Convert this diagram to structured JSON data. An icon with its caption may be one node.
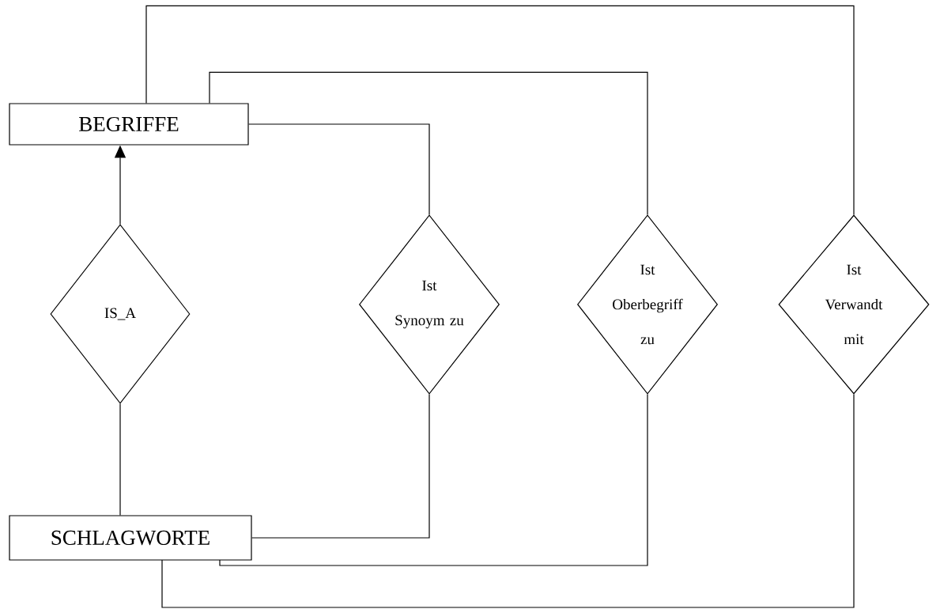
{
  "diagram": {
    "nodes": [
      {
        "text": [
          "BEGRIFFE"
        ]
      },
      {
        "text": [
          "SCHLAGWORTE"
        ]
      },
      {
        "text": [
          "IS_A"
        ]
      },
      {
        "text": [
          "Ist Synoym zu"
        ]
      },
      {
        "text": [
          "Ist Oberbegriff zu"
        ]
      },
      {
        "text": [
          "Ist Verwandt mit"
        ]
      }
    ],
    "edges": [
      {
        "from": 2,
        "to": 0,
        "arrow": "to"
      },
      {
        "from": 1,
        "to": 2,
        "arrow": "none"
      },
      {
        "from": 0,
        "to": 3,
        "arrow": "none"
      },
      {
        "from": 3,
        "to": 1,
        "arrow": "none"
      },
      {
        "from": 0,
        "to": 4,
        "arrow": "none"
      },
      {
        "from": 4,
        "to": 1,
        "arrow": "none"
      },
      {
        "from": 0,
        "to": 5,
        "arrow": "none"
      },
      {
        "from": 5,
        "to": 1,
        "arrow": "none"
      }
    ]
  }
}
